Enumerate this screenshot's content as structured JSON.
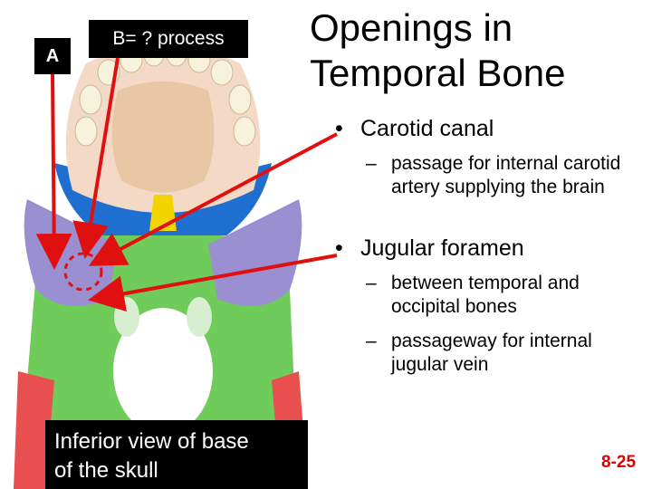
{
  "slide": {
    "title_line1": "Openings in",
    "title_line2": "Temporal Bone",
    "label_a": "A",
    "label_b": "B= ? process",
    "caption_line1": "Inferior view of base",
    "caption_line2": "of the skull",
    "slide_number": "8-25",
    "bullet_dot": "•",
    "sub_dash": "–"
  },
  "bullets": [
    {
      "label": "Carotid canal",
      "subs": [
        "passage for internal carotid artery supplying the brain"
      ]
    },
    {
      "label": "Jugular foramen",
      "subs": [
        "between temporal and occipital bones",
        "passageway for internal jugular vein"
      ]
    }
  ],
  "colors": {
    "arrow": "#e01010",
    "maxilla": "#f3d9c6",
    "teeth": "#f7f2dc",
    "palate": "#e8c7a5",
    "sphenoid": "#1f6fd1",
    "vomer": "#f2d400",
    "temporal": "#9a8fd1",
    "occipital": "#6fcc5a",
    "parietal": "#e85050",
    "slide_number": "#e00000"
  }
}
